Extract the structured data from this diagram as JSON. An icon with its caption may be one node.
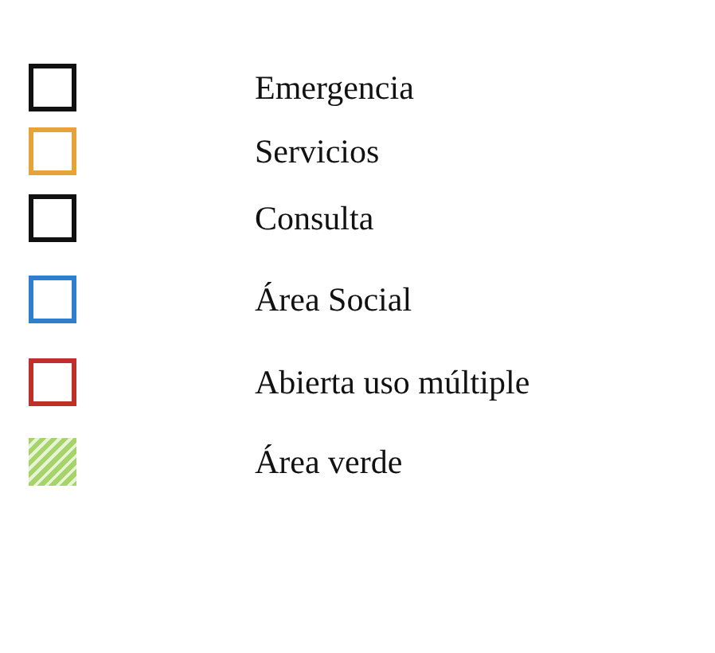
{
  "diagram": {
    "legend": [
      {
        "text": "Emergencia",
        "color": "#111111"
      },
      {
        "text": "Servicios",
        "color": "#e8a23a"
      },
      {
        "text": "Consulta",
        "color": "#111111"
      },
      {
        "text": "Área Social",
        "color": "#2f7fd0"
      },
      {
        "text": "Abierta uso múltiple",
        "color": "#c0302a"
      },
      {
        "text": "Área verde",
        "color": "#a6d36a"
      }
    ]
  }
}
